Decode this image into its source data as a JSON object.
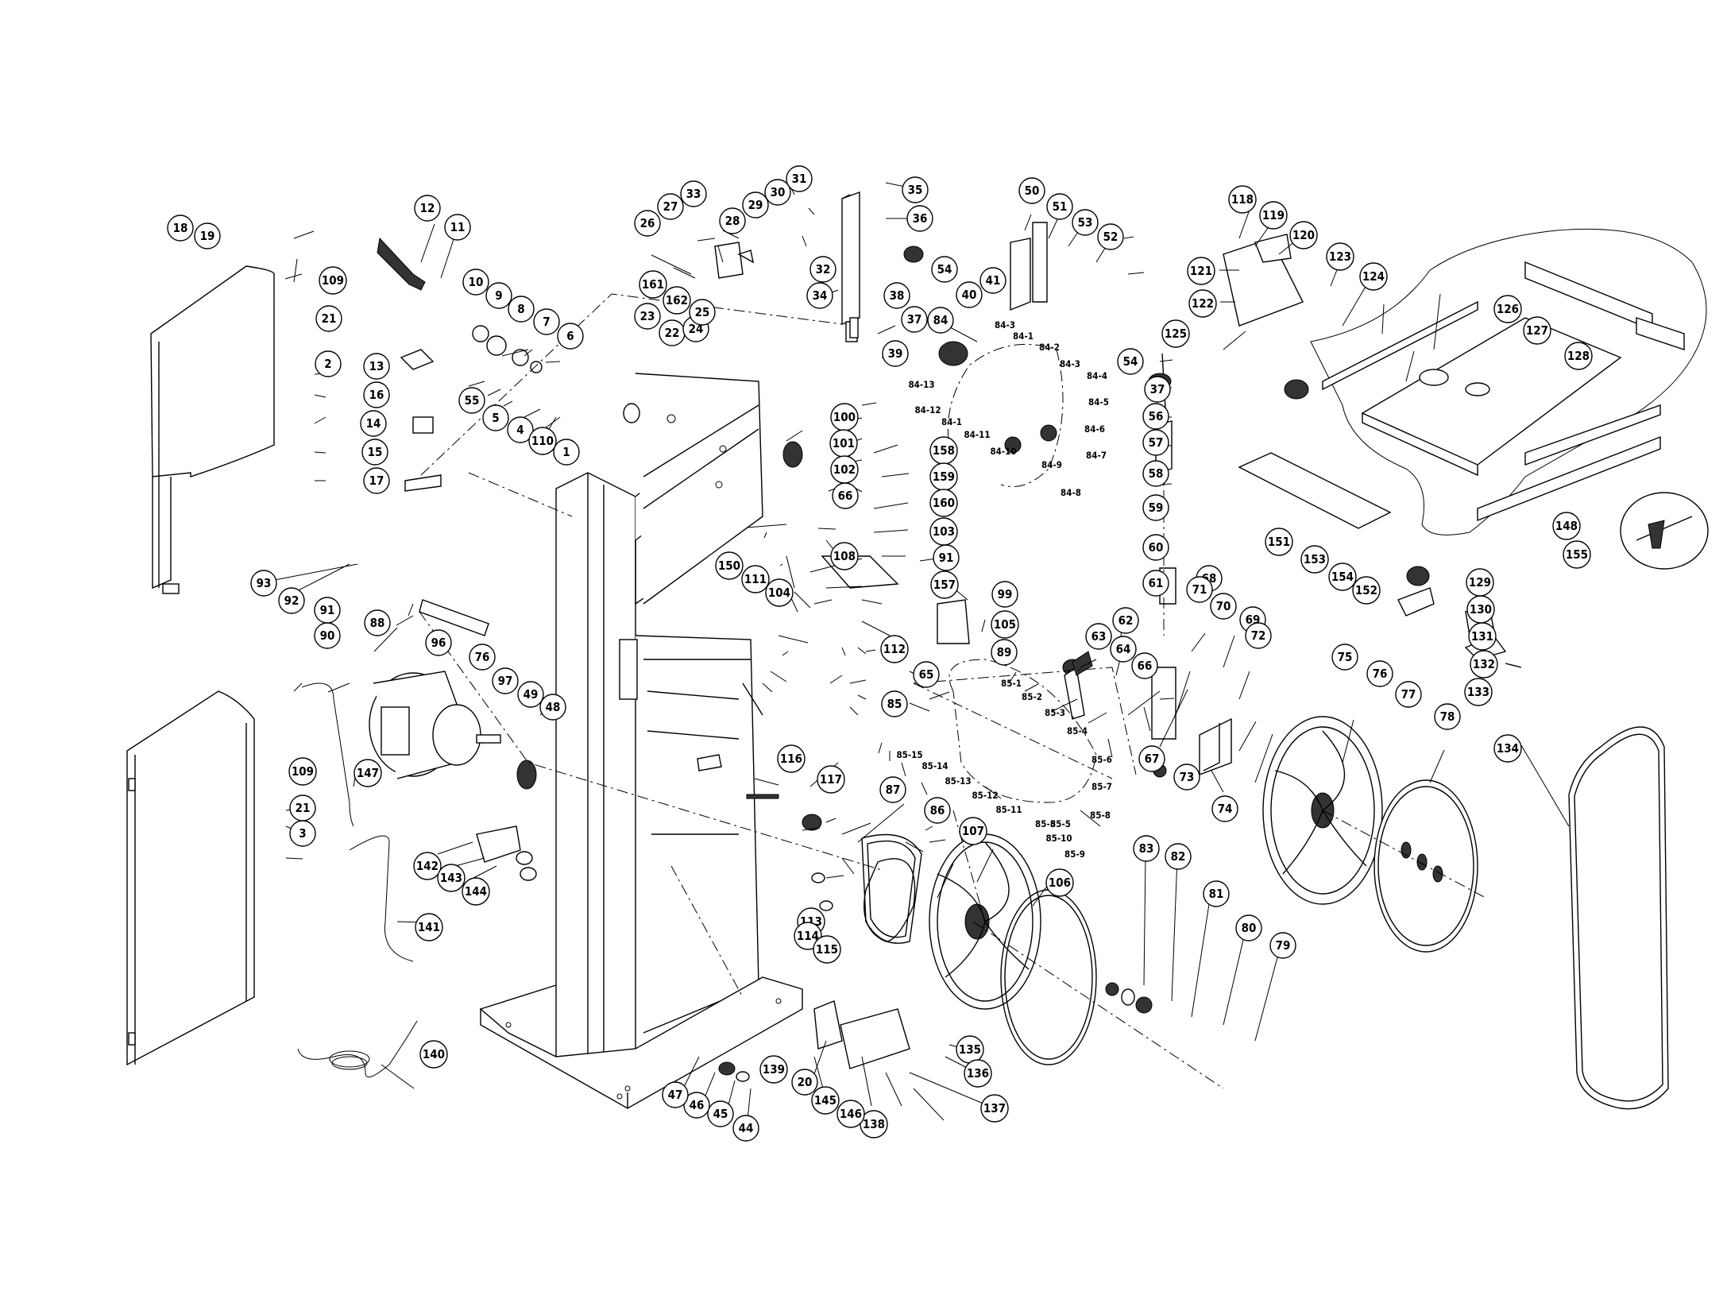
{
  "diagram": {
    "kind": "exploded parts diagram",
    "part_numbers": [
      "1",
      "2",
      "3",
      "4",
      "5",
      "6",
      "7",
      "8",
      "9",
      "10",
      "11",
      "12",
      "13",
      "14",
      "15",
      "16",
      "17",
      "18",
      "19",
      "20",
      "21",
      "21",
      "22",
      "23",
      "24",
      "25",
      "26",
      "27",
      "28",
      "29",
      "30",
      "31",
      "32",
      "33",
      "34",
      "35",
      "36",
      "37",
      "37",
      "38",
      "39",
      "40",
      "41",
      "44",
      "45",
      "46",
      "47",
      "48",
      "49",
      "50",
      "51",
      "52",
      "53",
      "54",
      "54",
      "55",
      "56",
      "57",
      "58",
      "59",
      "60",
      "61",
      "62",
      "63",
      "64",
      "65",
      "66",
      "66",
      "67",
      "68",
      "69",
      "70",
      "71",
      "72",
      "73",
      "74",
      "75",
      "76",
      "76",
      "77",
      "78",
      "79",
      "80",
      "81",
      "82",
      "83",
      "84",
      "84-1",
      "84-1",
      "84-2",
      "84-3",
      "84-3",
      "84-4",
      "84-5",
      "84-6",
      "84-7",
      "84-8",
      "84-9",
      "84-10",
      "84-11",
      "84-12",
      "84-13",
      "85",
      "85-1",
      "85-2",
      "85-3",
      "85-4",
      "85-5",
      "85-5",
      "85-6",
      "85-7",
      "85-8",
      "85-9",
      "85-10",
      "85-11",
      "85-12",
      "85-13",
      "85-14",
      "85-15",
      "86",
      "87",
      "88",
      "89",
      "90",
      "91",
      "91",
      "92",
      "93",
      "96",
      "97",
      "99",
      "100",
      "101",
      "102",
      "103",
      "104",
      "105",
      "106",
      "107",
      "108",
      "109",
      "109",
      "110",
      "111",
      "112",
      "113",
      "114",
      "115",
      "116",
      "117",
      "118",
      "119",
      "120",
      "121",
      "122",
      "123",
      "124",
      "125",
      "126",
      "127",
      "128",
      "129",
      "130",
      "131",
      "132",
      "133",
      "134",
      "135",
      "136",
      "137",
      "138",
      "139",
      "140",
      "141",
      "142",
      "143",
      "144",
      "145",
      "146",
      "147",
      "148",
      "150",
      "151",
      "152",
      "153",
      "154",
      "155",
      "157",
      "158",
      "159",
      "160",
      "161",
      "162"
    ]
  }
}
